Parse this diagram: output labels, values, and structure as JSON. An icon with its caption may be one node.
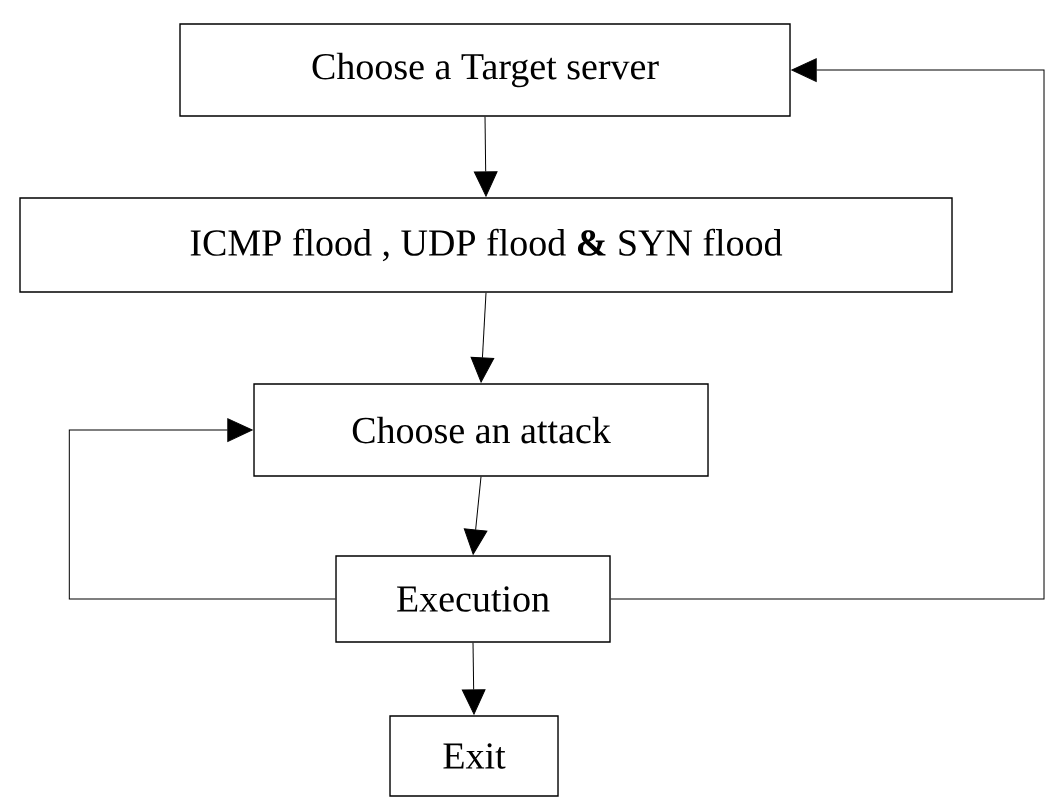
{
  "diagram": {
    "nodes": [
      {
        "text": [
          "Choose a Target server"
        ]
      },
      {
        "text": [
          "ICMP flood , UDP flood **&** SYN flood"
        ]
      },
      {
        "text": [
          "Choose an attack"
        ]
      },
      {
        "text": [
          "Execution"
        ]
      },
      {
        "text": [
          "Exit"
        ]
      }
    ],
    "edges": [
      {
        "from": 0,
        "to": 1,
        "arrow": "to"
      },
      {
        "from": 1,
        "to": 2,
        "arrow": "to"
      },
      {
        "from": 2,
        "to": 3,
        "arrow": "to"
      },
      {
        "from": 3,
        "to": 4,
        "arrow": "to"
      },
      {
        "from": 3,
        "to": 2,
        "arrow": "to"
      },
      {
        "from": 3,
        "to": 0,
        "arrow": "to"
      }
    ]
  }
}
